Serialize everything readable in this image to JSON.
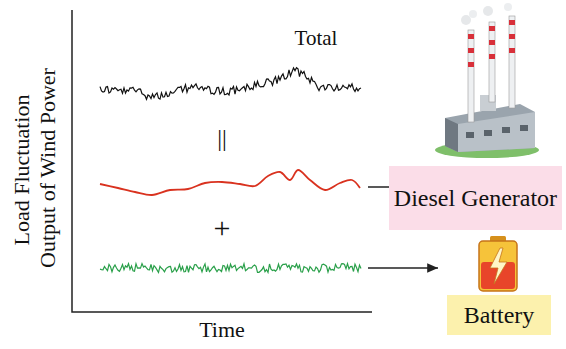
{
  "diagram": {
    "nodes": [
      {
        "text": [
          "Diesel Generator"
        ]
      },
      {
        "text": [
          "Battery"
        ]
      }
    ],
    "labels": [
      "Load Fluctuation",
      "Output of Wind Power",
      "Total",
      "||",
      "+",
      "Time"
    ]
  }
}
